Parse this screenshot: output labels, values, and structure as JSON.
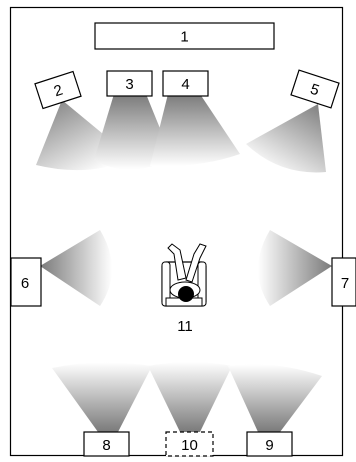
{
  "speakers": {
    "s1": "1",
    "s2": "2",
    "s3": "3",
    "s4": "4",
    "s5": "5",
    "s6": "6",
    "s7": "7",
    "s8": "8",
    "s9": "9",
    "s10": "10"
  },
  "listener": {
    "label": "11"
  },
  "colors": {
    "line": "#000000",
    "beam_dark": "#7a7a7a",
    "beam_light": "#ffffff"
  }
}
